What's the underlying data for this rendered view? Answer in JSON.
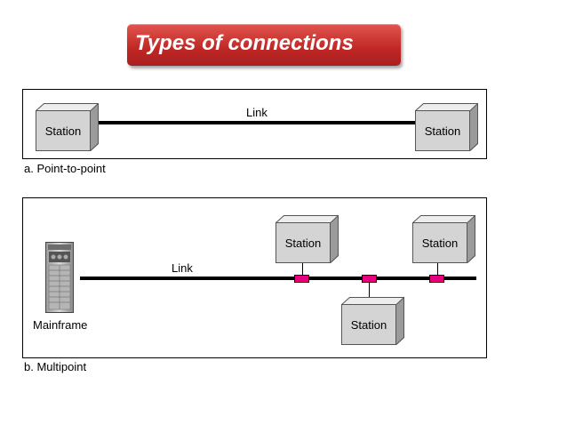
{
  "title": "Types of connections",
  "point_to_point": {
    "link_label": "Link",
    "stations": [
      "Station",
      "Station"
    ],
    "caption": "a. Point-to-point"
  },
  "multipoint": {
    "link_label": "Link",
    "mainframe_label": "Mainframe",
    "stations": [
      "Station",
      "Station",
      "Station"
    ],
    "caption": "b. Multipoint"
  },
  "colors": {
    "title_banner": "#c0302d",
    "connector": "#e6007e",
    "station_front": "#d4d4d4"
  },
  "icons": [
    "station-box-icon",
    "mainframe-icon",
    "connector-icon"
  ]
}
